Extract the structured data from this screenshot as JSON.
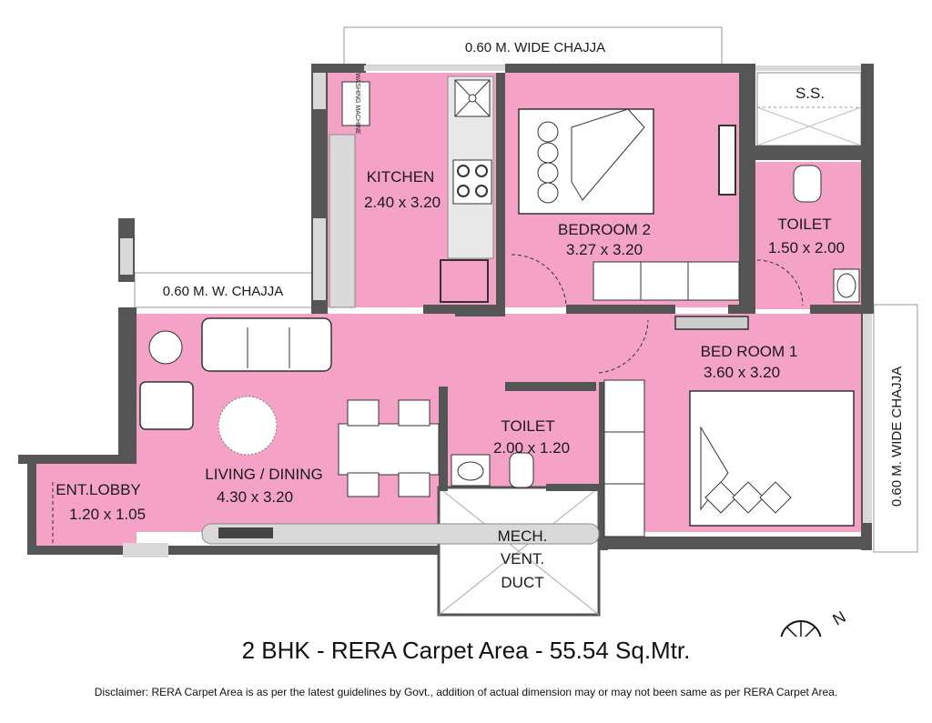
{
  "rooms": {
    "kitchen": {
      "name": "KITCHEN",
      "dim": "2.40 x 3.20"
    },
    "bedroom2": {
      "name": "BEDROOM 2",
      "dim": "3.27 x 3.20"
    },
    "toilet1": {
      "name": "TOILET",
      "dim": "1.50 x 2.00"
    },
    "bedroom1": {
      "name": "BED ROOM 1",
      "dim": "3.60 x 3.20"
    },
    "toilet2": {
      "name": "TOILET",
      "dim": "2.00 x 1.20"
    },
    "living": {
      "name": "LIVING / DINING",
      "dim": "4.30 x 3.20"
    },
    "lobby": {
      "name": "ENT.LOBBY",
      "dim": "1.20 x 1.05"
    },
    "ss": {
      "name": "S.S."
    },
    "duct": {
      "line1": "MECH.",
      "line2": "VENT.",
      "line3": "DUCT"
    }
  },
  "chajjas": {
    "top": "0.60 M. WIDE CHAJJA",
    "left": "0.60 M. W. CHAJJA",
    "right": "0.60 M. WIDE CHAJJA"
  },
  "fixtures": {
    "washing_machine": "WASHING MACHINE"
  },
  "north_label": "N",
  "title": "2 BHK - RERA Carpet Area - 55.54 Sq.Mtr.",
  "disclaimer": "Disclaimer: RERA Carpet Area is as per the latest guidelines by Govt., addition of actual dimension may or may not been same as per RERA Carpet Area.",
  "colors": {
    "room_fill": "#f4a3c6",
    "wall": "#555555",
    "wall_light": "#d9d9d9"
  }
}
